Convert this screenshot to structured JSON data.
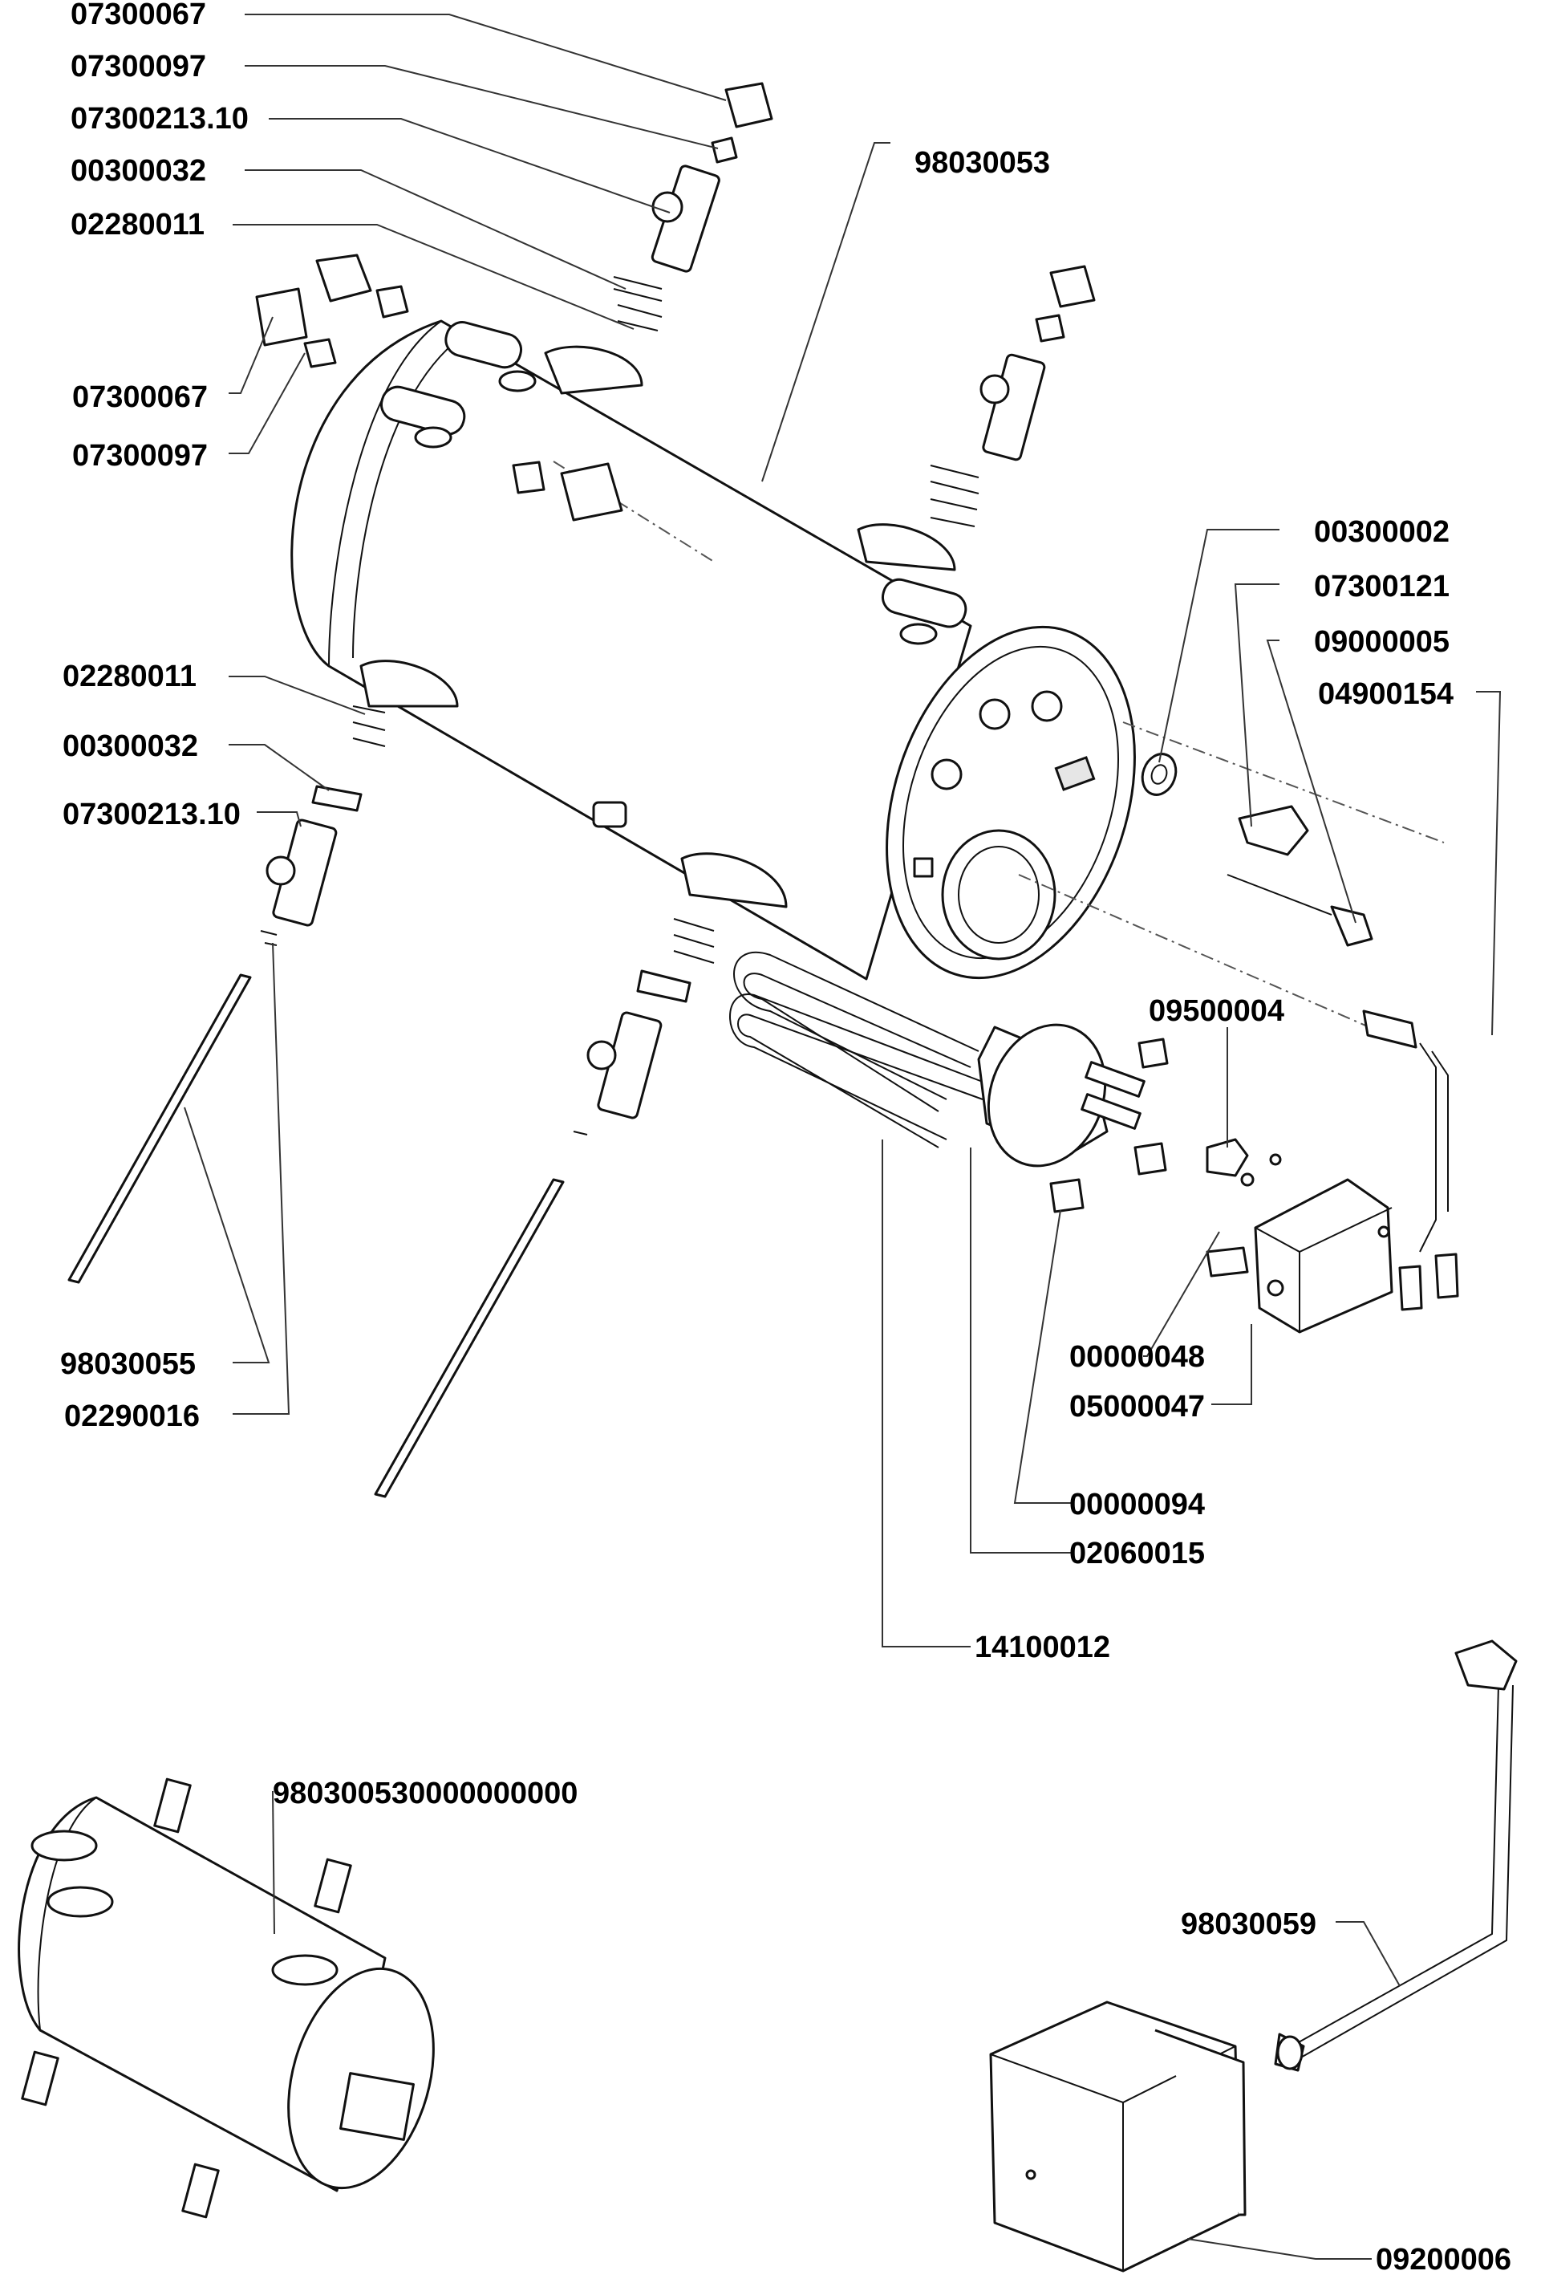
{
  "labels": [
    {
      "id": "l01",
      "text": "07300067"
    },
    {
      "id": "l02",
      "text": "07300097"
    },
    {
      "id": "l03",
      "text": "07300213.10"
    },
    {
      "id": "l04",
      "text": "00300032"
    },
    {
      "id": "l05",
      "text": "02280011"
    },
    {
      "id": "l06",
      "text": "98030053"
    },
    {
      "id": "l07",
      "text": "07300067"
    },
    {
      "id": "l08",
      "text": "07300097"
    },
    {
      "id": "l09",
      "text": "00300002"
    },
    {
      "id": "l10",
      "text": "07300121"
    },
    {
      "id": "l11",
      "text": "09000005"
    },
    {
      "id": "l12",
      "text": "04900154"
    },
    {
      "id": "l13",
      "text": "02280011"
    },
    {
      "id": "l14",
      "text": "00300032"
    },
    {
      "id": "l15",
      "text": "07300213.10"
    },
    {
      "id": "l16",
      "text": "09500004"
    },
    {
      "id": "l17",
      "text": "98030055"
    },
    {
      "id": "l18",
      "text": "02290016"
    },
    {
      "id": "l19",
      "text": "00000048"
    },
    {
      "id": "l20",
      "text": "05000047"
    },
    {
      "id": "l21",
      "text": "00000094"
    },
    {
      "id": "l22",
      "text": "02060015"
    },
    {
      "id": "l23",
      "text": "14100012"
    },
    {
      "id": "l24",
      "text": "980300530000000000"
    },
    {
      "id": "l25",
      "text": "98030059"
    },
    {
      "id": "l26",
      "text": "09200006"
    }
  ]
}
